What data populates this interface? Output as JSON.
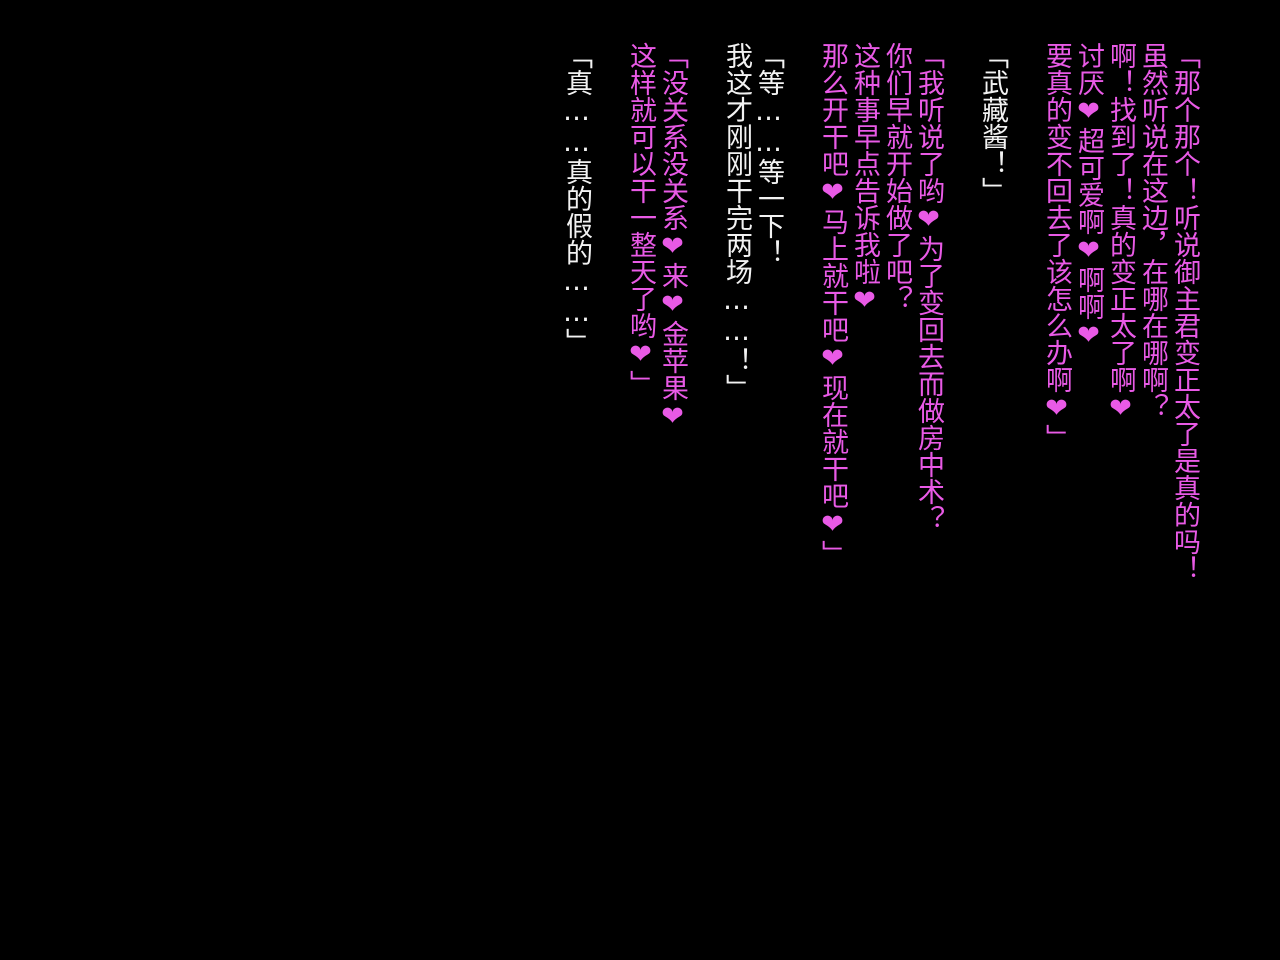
{
  "colors": {
    "background": "#000000",
    "heroine_text": "#e95ae6",
    "protagonist_text": "#f2f2f2"
  },
  "dialogue": [
    {
      "speaker_style": "heroine",
      "lines": [
        "「那个那个！听说御主君变正太了是真的吗！",
        "虽然听说在这边，在哪在哪啊？",
        "啊！找到了！真的变正太了啊❤",
        "讨厌❤超可爱啊❤啊啊❤",
        "要真的变不回去了该怎么办啊❤」"
      ]
    },
    {
      "speaker_style": "protagonist",
      "lines": [
        "「武藏酱！」"
      ]
    },
    {
      "speaker_style": "heroine",
      "lines": [
        "「我听说了哟❤为了变回去而做房中术？",
        "你们早就开始做了吧？",
        "这种事早点告诉我啦❤",
        "那么开干吧❤马上就干吧❤现在就干吧❤」"
      ]
    },
    {
      "speaker_style": "protagonist",
      "lines": [
        "「等……等一下！",
        "我这才刚刚干完两场……！」"
      ]
    },
    {
      "speaker_style": "heroine",
      "lines": [
        "「没关系没关系❤来❤金苹果❤",
        "这样就可以干一整天了哟❤」"
      ]
    },
    {
      "speaker_style": "protagonist",
      "lines": [
        "「真……真的假的……」"
      ]
    }
  ]
}
